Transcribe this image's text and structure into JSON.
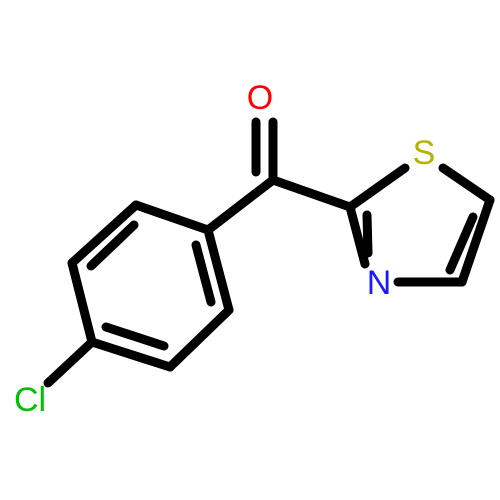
{
  "structure": {
    "atoms": {
      "oxygen": {
        "symbol": "O",
        "color": "#ff0000"
      },
      "sulfur": {
        "symbol": "S",
        "color": "#b3b300"
      },
      "nitrogen": {
        "symbol": "N",
        "color": "#1a1aff"
      },
      "chlorine": {
        "symbol": "Cl",
        "color": "#00c000"
      }
    },
    "bond_color": "#000000"
  }
}
